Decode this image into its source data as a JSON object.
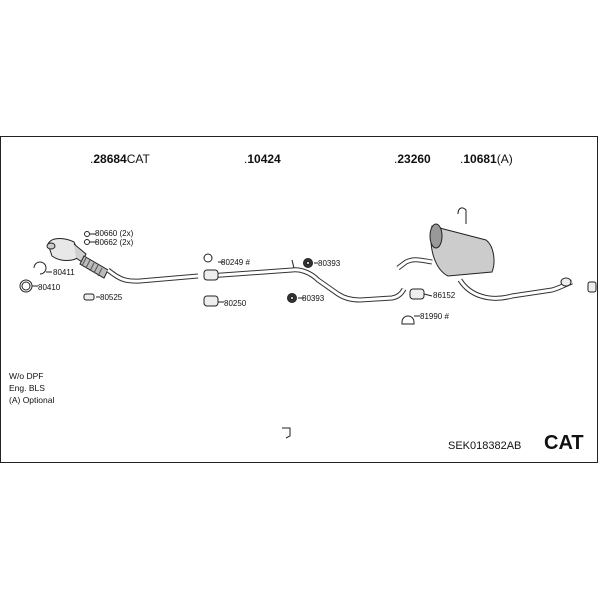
{
  "header_parts": [
    {
      "number": "28684",
      "suffix": "CAT"
    },
    {
      "number": "10424",
      "suffix": ""
    },
    {
      "number": "23260",
      "suffix": ""
    },
    {
      "number": "10681",
      "suffix": "(A)"
    }
  ],
  "callouts": {
    "c80660": "80660 (2x)",
    "c80662": "80662 (2x)",
    "c80411": "80411",
    "c80410": "80410",
    "c80525": "80525",
    "c80249": "80249 #",
    "c80250": "80250",
    "c80393a": "80393",
    "c80393b": "80393",
    "c86152": "86152",
    "c81990": "81990 #"
  },
  "notes": [
    "W/o DPF",
    "Eng. BLS",
    "(A) Optional"
  ],
  "reference_code": "SEK018382AB",
  "badge": "CAT",
  "icons": [
    "catalytic-converter-icon",
    "gasket-icon",
    "clamp-icon",
    "rubber-hanger-icon",
    "exhaust-pipe-icon",
    "rear-silencer-icon"
  ]
}
